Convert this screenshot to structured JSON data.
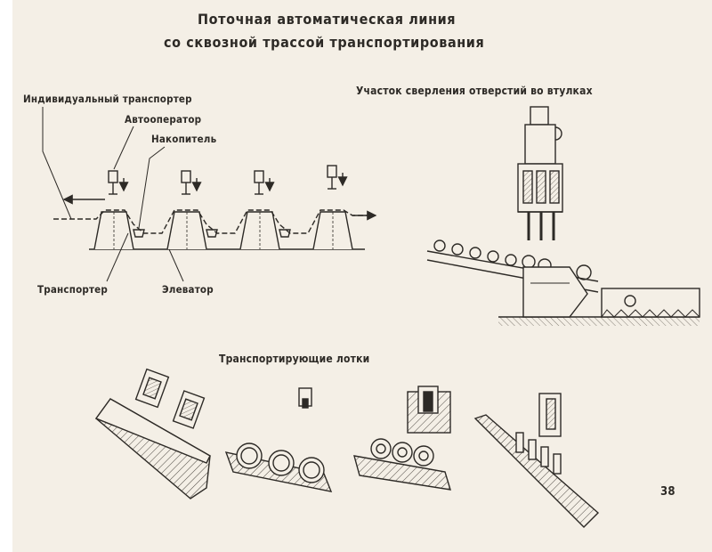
{
  "title": {
    "line1": "Поточная автоматическая линия",
    "line2": "со сквозной трассой транспортирования"
  },
  "left_scheme": {
    "individual_transporter": "Индивидуальный транспортер",
    "autooperator": "Автооператор",
    "accumulator": "Накопитель",
    "conveyor": "Транспортер",
    "elevator": "Элеватор"
  },
  "drilling_section": {
    "title": "Участок сверления отверстий во втулках"
  },
  "trays": {
    "title": "Транспортирующие лотки"
  },
  "page_number": "38",
  "colors": {
    "paper": "#f4efe6",
    "ink": "#2d2a26"
  }
}
